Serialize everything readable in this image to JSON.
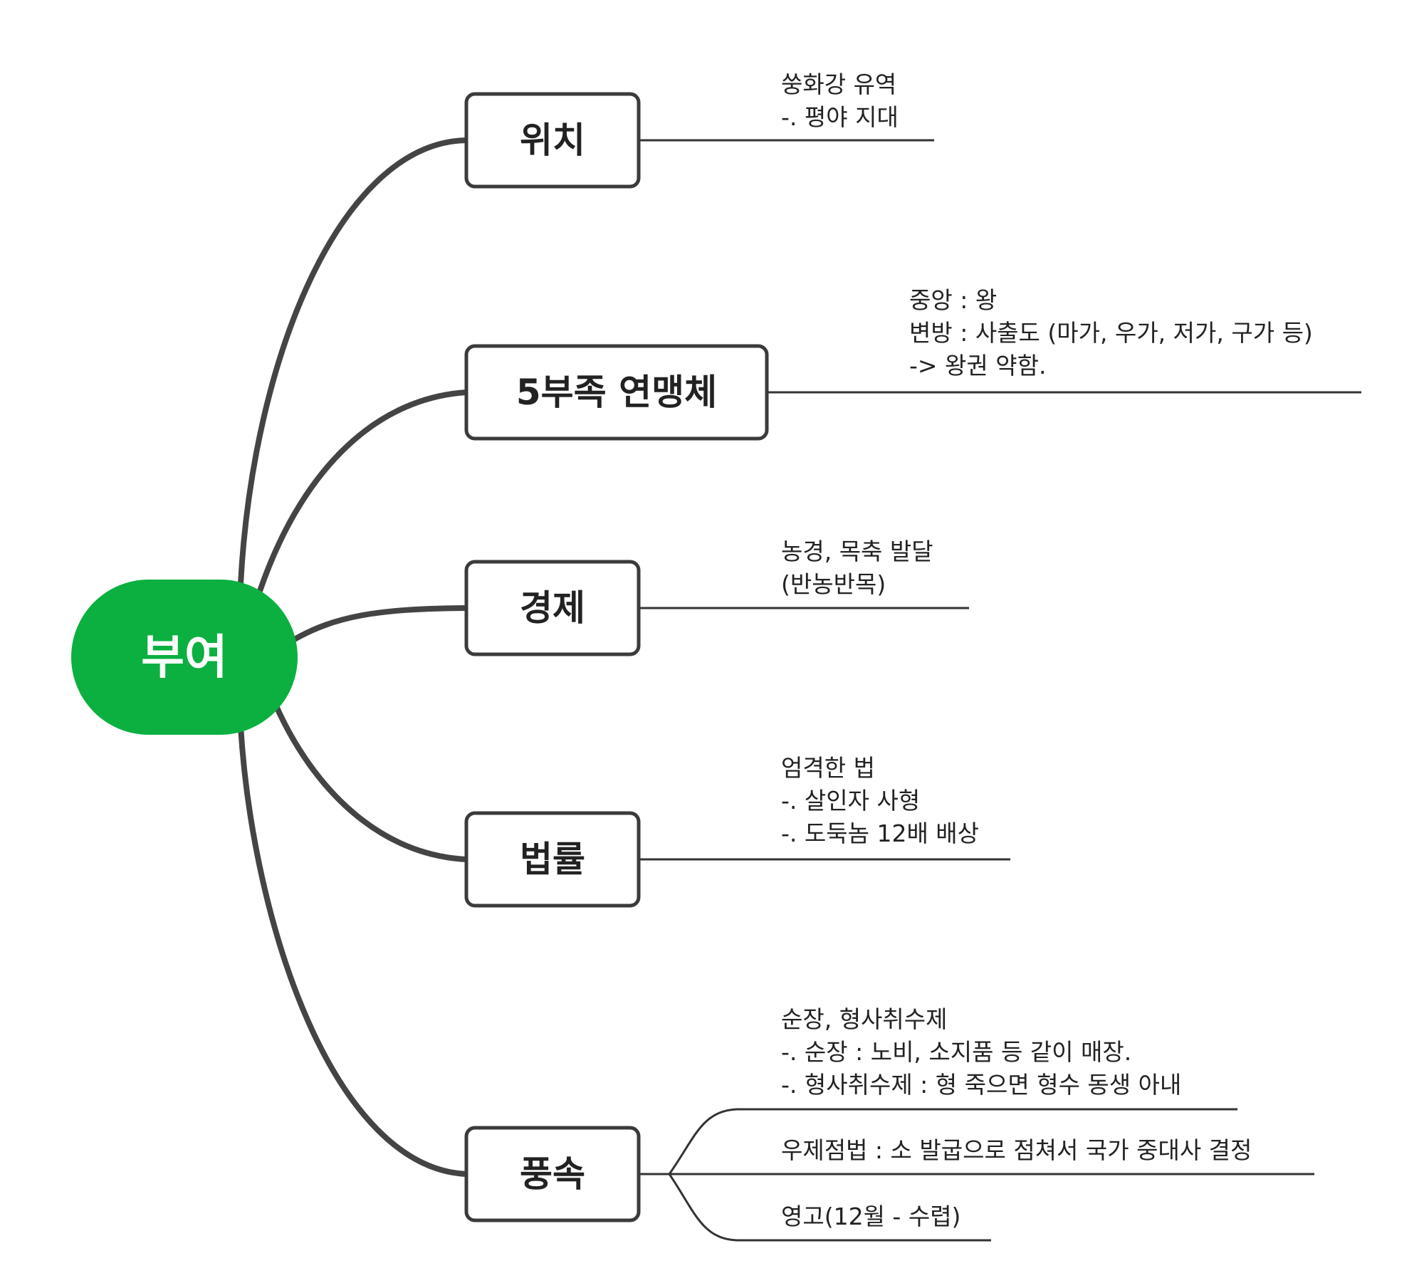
{
  "root": {
    "label": "부여",
    "color": "#0bb040"
  },
  "branches": [
    {
      "id": "location",
      "label": "위치",
      "notes": [
        {
          "lines": [
            "쑹화강 유역",
            "-. 평야 지대"
          ]
        }
      ]
    },
    {
      "id": "federation",
      "label": "5부족 연맹체",
      "notes": [
        {
          "lines": [
            "중앙 : 왕",
            "변방 : 사출도 (마가, 우가, 저가, 구가 등)",
            "-> 왕권 약함."
          ]
        }
      ]
    },
    {
      "id": "economy",
      "label": "경제",
      "notes": [
        {
          "lines": [
            "농경, 목축 발달",
            "(반농반목)"
          ]
        }
      ]
    },
    {
      "id": "law",
      "label": "법률",
      "notes": [
        {
          "lines": [
            "엄격한 법",
            "-. 살인자 사형",
            "-. 도둑놈 12배 배상"
          ]
        }
      ]
    },
    {
      "id": "customs",
      "label": "풍속",
      "notes": [
        {
          "lines": [
            "순장, 형사취수제",
            "-. 순장 : 노비, 소지품 등 같이 매장.",
            "-. 형사취수제 : 형 죽으면 형수 동생 아내"
          ]
        },
        {
          "lines": [
            "우제점법 : 소 발굽으로 점쳐서 국가 중대사 결정"
          ]
        },
        {
          "lines": [
            "영고(12월 - 수렵)"
          ]
        }
      ]
    }
  ]
}
